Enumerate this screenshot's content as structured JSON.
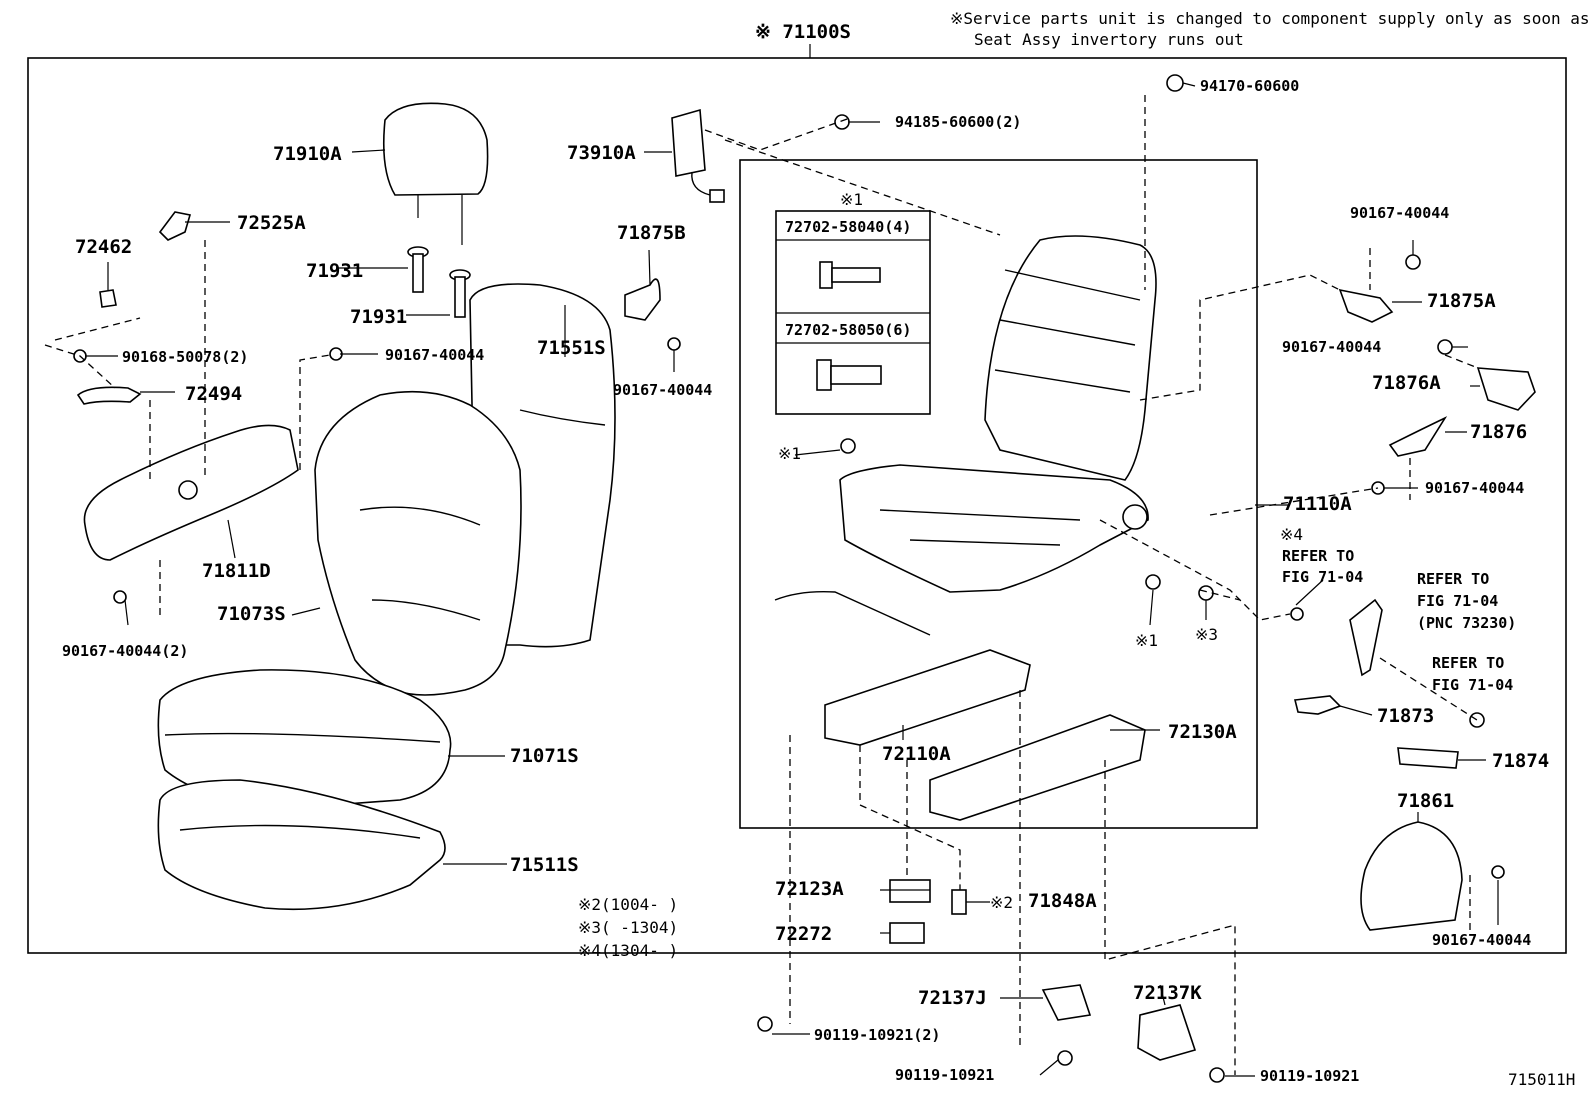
{
  "header": {
    "main_part": "※ 71100S",
    "service_note_line1": "※Service parts unit is changed to component supply only as soon as",
    "service_note_line2": "Seat Assy invertory runs out"
  },
  "fig_number": "715011H",
  "inset": {
    "mark": "※1",
    "item1": "72702-58040(4)",
    "item2": "72702-58050(6)"
  },
  "legend": {
    "l2": "※2(1004-      )",
    "l3": "※3(      -1304)",
    "l4": "※4(1304-      )"
  },
  "marks": {
    "m1a": "※1",
    "m1b": "※1",
    "m2": "※2",
    "m3": "※3",
    "m4": "※4"
  },
  "refers": {
    "r1a": "REFER TO",
    "r1b": "FIG 71-04",
    "r2a": "REFER TO",
    "r2b": "FIG 71-04",
    "r2c": "(PNC 73230)",
    "r3a": "REFER TO",
    "r3b": "FIG 71-04"
  },
  "parts": {
    "p71910A": "71910A",
    "p72525A": "72525A",
    "p72462": "72462",
    "p71931a": "71931",
    "p71931b": "71931",
    "p90168": "90168-50078(2)",
    "p90167a": "90167-40044",
    "p72494": "72494",
    "p71811D": "71811D",
    "p90167b": "90167-40044(2)",
    "p73910A": "73910A",
    "p94185": "94185-60600(2)",
    "p71875B": "71875B",
    "p90167c": "90167-40044",
    "p71551S": "71551S",
    "p71073S": "71073S",
    "p71071S": "71071S",
    "p71511S": "71511S",
    "p94170": "94170-60600",
    "p90167d": "90167-40044",
    "p71875A": "71875A",
    "p90167e": "90167-40044",
    "p71876A": "71876A",
    "p71876": "71876",
    "p90167f": "90167-40044",
    "p71110A": "71110A",
    "p72110A": "72110A",
    "p72130A": "72130A",
    "p71873": "71873",
    "p71874": "71874",
    "p71861": "71861",
    "p90167g": "90167-40044",
    "p72123A": "72123A",
    "p72272": "72272",
    "p71848A": "71848A",
    "p72137J": "72137J",
    "p72137K": "72137K",
    "p90119a": "90119-10921(2)",
    "p90119b": "90119-10921",
    "p90119c": "90119-10921"
  }
}
